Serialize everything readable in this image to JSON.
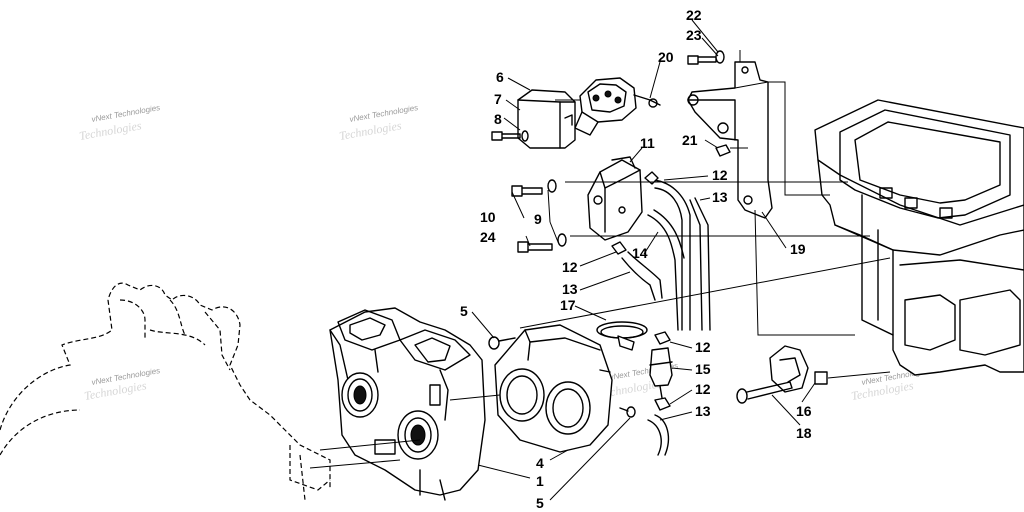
{
  "watermark": {
    "line1": "vNext Technologies",
    "line2": "Technologies"
  },
  "callouts": [
    {
      "id": "c22",
      "text": "22"
    },
    {
      "id": "c23",
      "text": "23"
    },
    {
      "id": "c20",
      "text": "20"
    },
    {
      "id": "c6",
      "text": "6"
    },
    {
      "id": "c7",
      "text": "7"
    },
    {
      "id": "c8",
      "text": "8"
    },
    {
      "id": "c11",
      "text": "11"
    },
    {
      "id": "c21",
      "text": "21"
    },
    {
      "id": "c12a",
      "text": "12"
    },
    {
      "id": "c13a",
      "text": "13"
    },
    {
      "id": "c10",
      "text": "10"
    },
    {
      "id": "c9",
      "text": "9"
    },
    {
      "id": "c24",
      "text": "24"
    },
    {
      "id": "c14",
      "text": "14"
    },
    {
      "id": "c19",
      "text": "19"
    },
    {
      "id": "c12b",
      "text": "12"
    },
    {
      "id": "c13b",
      "text": "13"
    },
    {
      "id": "c5a",
      "text": "5"
    },
    {
      "id": "c17",
      "text": "17"
    },
    {
      "id": "c12c",
      "text": "12"
    },
    {
      "id": "c15",
      "text": "15"
    },
    {
      "id": "c12d",
      "text": "12"
    },
    {
      "id": "c13c",
      "text": "13"
    },
    {
      "id": "c16",
      "text": "16"
    },
    {
      "id": "c18",
      "text": "18"
    },
    {
      "id": "c4",
      "text": "4"
    },
    {
      "id": "c1",
      "text": "1"
    },
    {
      "id": "c5b",
      "text": "5"
    }
  ]
}
